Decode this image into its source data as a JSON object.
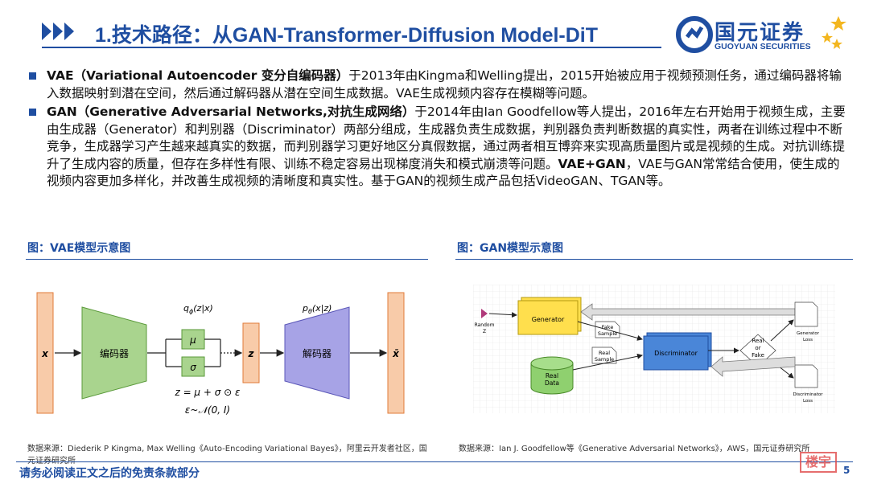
{
  "header": {
    "title": "1.技术路径：从GAN-Transformer-Diffusion Model-DiT",
    "logo_cn": "国元证券",
    "logo_en": "GUOYUAN SECURITIES"
  },
  "bullets": [
    {
      "bold": "VAE（Variational Autoencoder 变分自编码器）",
      "text": "于2013年由Kingma和Welling提出，2015开始被应用于视频预测任务，通过编码器将输入数据映射到潜在空间，然后通过解码器从潜在空间生成数据。VAE生成视频内容存在模糊等问题。"
    },
    {
      "bold": "GAN（Generative Adversarial Networks,对抗生成网络）",
      "text": "于2014年由Ian Goodfellow等人提出，2016年左右开始用于视频生成，主要由生成器（Generator）和判别器（Discriminator）两部分组成，生成器负责生成数据，判别器负责判断数据的真实性，两者在训练过程中不断竞争，生成器学习产生越来越真实的数据，而判别器学习更好地区分真假数据，通过两者相互博弈来实现高质量图片或是视频的生成。对抗训练提升了生成内容的质量，但存在多样性有限、训练不稳定容易出现梯度消失和模式崩溃等问题。",
      "bold2": "VAE+GAN",
      "text2": "，VAE与GAN常常结合使用，使生成的视频内容更加多样化，并改善生成视频的清晰度和真实性。基于GAN的视频生成产品包括VideoGAN、TGAN等。"
    }
  ],
  "figures": {
    "vae_caption": "图：VAE模型示意图",
    "gan_caption": "图：GAN模型示意图",
    "vae": {
      "x": "x",
      "encoder": "编码器",
      "q": "q",
      "q_sub": "ϕ",
      "q_args": "(z|x)",
      "mu": "μ",
      "sigma": "σ",
      "z": "z",
      "p": "p",
      "p_sub": "θ",
      "p_args": "(x|z)",
      "decoder": "解码器",
      "xbar": "x̄",
      "eq1": "z = μ + σ ⊙ ε",
      "eq2": "ε~𝒩(0, I)"
    },
    "gan": {
      "random": "Random",
      "z": "Z",
      "generator": "Generator",
      "fake_sample_1": "Fake",
      "fake_sample_2": "Sample",
      "real_sample_1": "Real",
      "real_sample_2": "Sample",
      "real_data_1": "Real",
      "real_data_2": "Data",
      "discriminator": "Discriminator",
      "rof_1": "Real",
      "rof_2": "or",
      "rof_3": "Fake",
      "gen_loss_1": "Generator",
      "gen_loss_2": "Loss",
      "disc_loss_1": "Discriminator",
      "disc_loss_2": "Loss"
    }
  },
  "sources": {
    "vae": "数据来源：Diederik P Kingma, Max Welling《Auto-Encoding Variational Bayes》，阿里云开发者社区，国元证券研究所",
    "gan": "数据来源：Ian J. Goodfellow等《Generative Adversarial Networks》，AWS，国元证券研究所"
  },
  "footer": {
    "disclaimer": "请务必阅读正文之后的免责条款部分",
    "page": "5",
    "stamp": "楼宇"
  },
  "colors": {
    "brand_blue": "#1f4ea1",
    "vae_green": "#a9d48e",
    "vae_purple": "#a7a3e6",
    "vae_orange": "#f8cba9",
    "gan_yellow": "#ffdf4d",
    "gan_blue": "#4a86d8",
    "gan_green": "#8fd06f"
  }
}
